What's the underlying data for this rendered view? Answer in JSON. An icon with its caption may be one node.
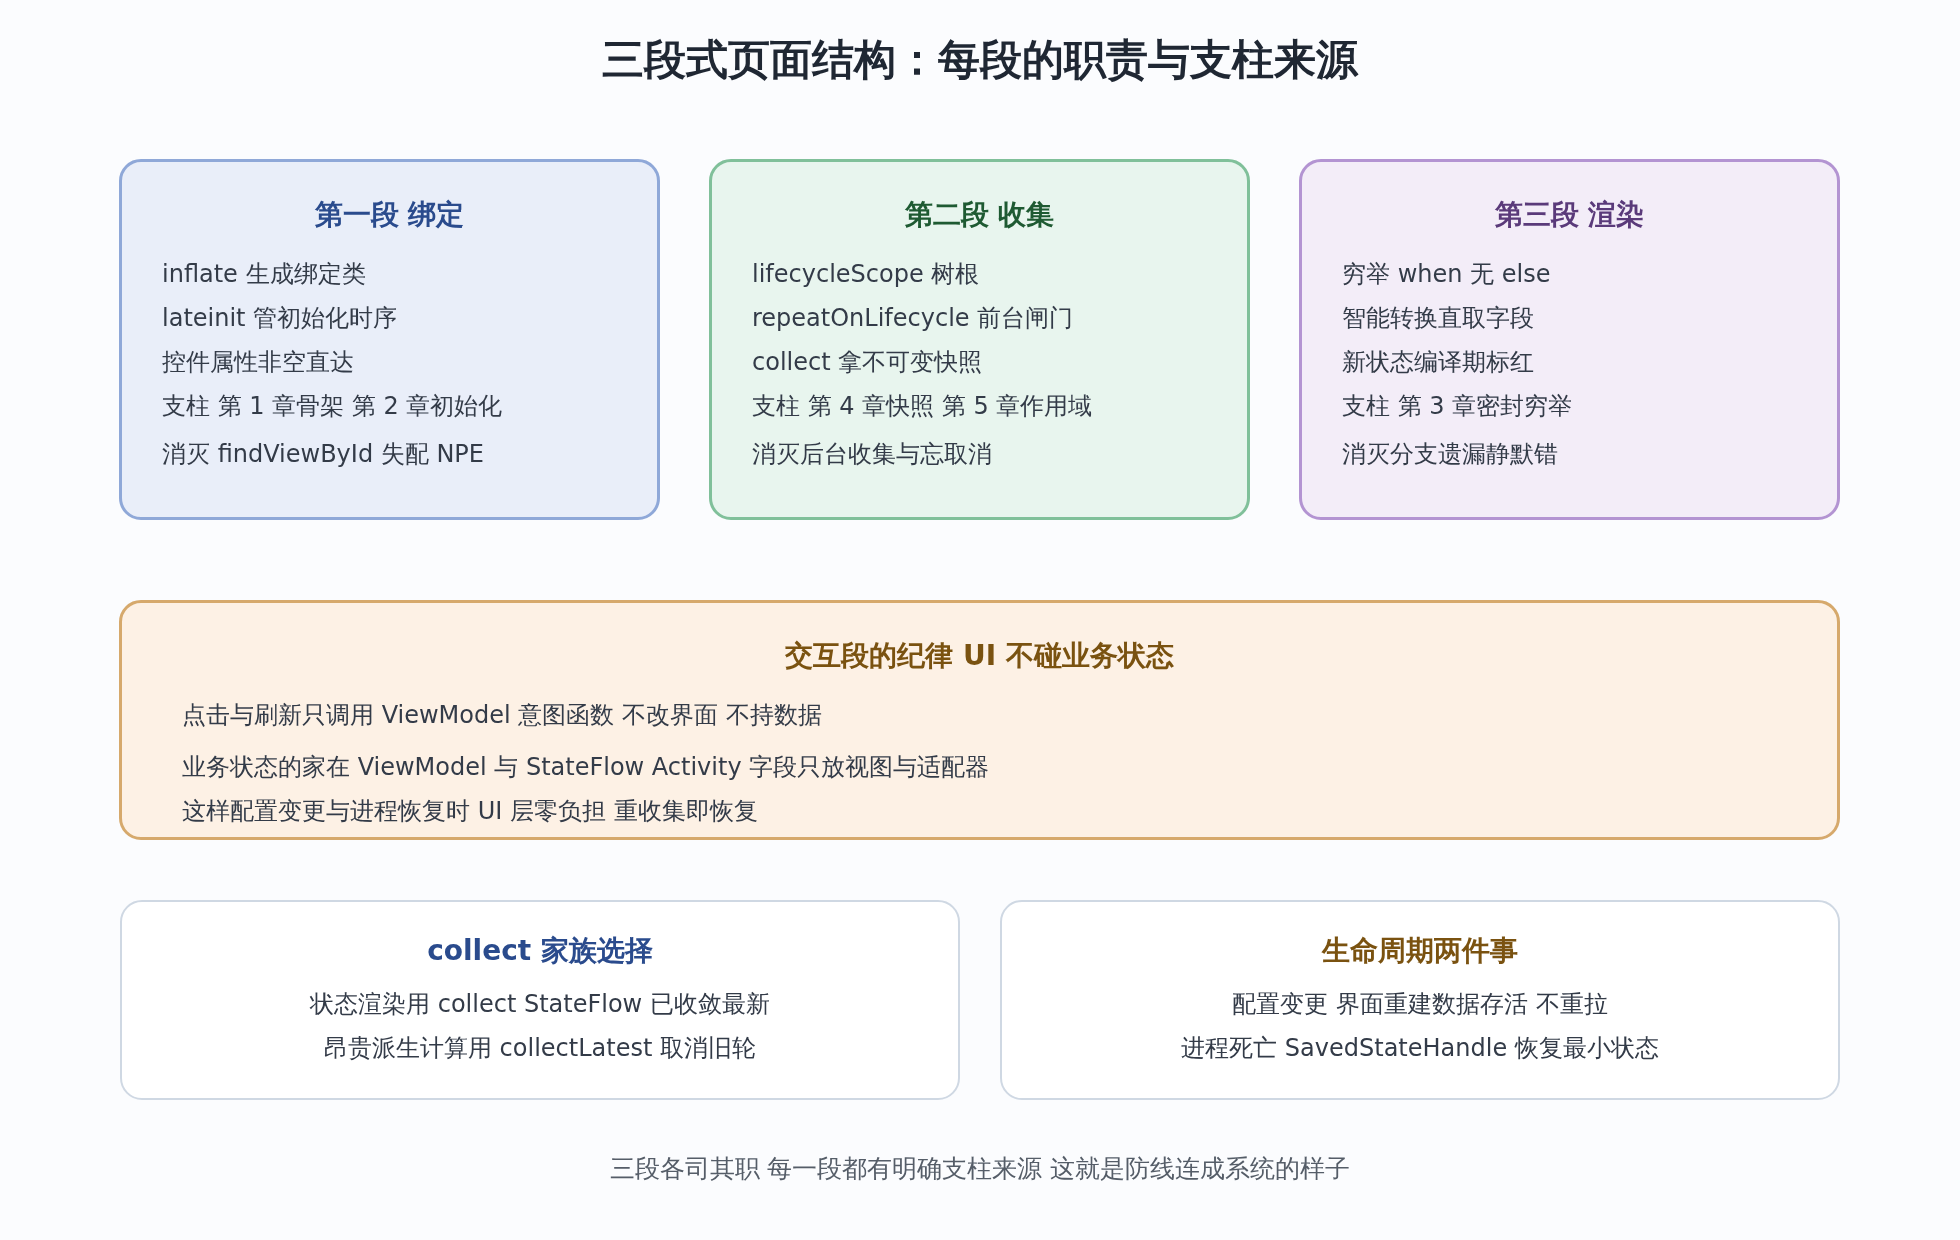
{
  "diagram": {
    "title": "三段式页面结构：每段的职责与支柱来源",
    "nodes": [
      {
        "text": [
          "第一段 绑定",
          "inflate 生成绑定类",
          "lateinit 管初始化时序",
          "控件属性非空直达",
          "支柱 第 1 章骨架 第 2 章初始化",
          "消灭 findViewById 失配 NPE"
        ]
      },
      {
        "text": [
          "第二段 收集",
          "lifecycleScope 树根",
          "repeatOnLifecycle 前台闸门",
          "collect 拿不可变快照",
          "支柱 第 4 章快照 第 5 章作用域",
          "消灭后台收集与忘取消"
        ]
      },
      {
        "text": [
          "第三段 渲染",
          "穷举 when 无 else",
          "智能转换直取字段",
          "新状态编译期标红",
          "支柱 第 3 章密封穷举",
          "消灭分支遗漏静默错"
        ]
      },
      {
        "text": [
          "交互段的纪律 UI 不碰业务状态",
          "点击与刷新只调用 ViewModel 意图函数 不改界面 不持数据",
          "业务状态的家在 ViewModel 与 StateFlow Activity 字段只放视图与适配器",
          "这样配置变更与进程恢复时 UI 层零负担 重收集即恢复"
        ]
      },
      {
        "text": [
          "collect 家族选择",
          "状态渲染用 collect StateFlow 已收敛最新",
          "昂贵派生计算用 collectLatest 取消旧轮"
        ]
      },
      {
        "text": [
          "生命周期两件事",
          "配置变更 界面重建数据存活 不重拉",
          "进程死亡 SavedStateHandle 恢复最小状态"
        ]
      }
    ],
    "caption": "三段各司其职 每一段都有明确支柱来源 这就是防线连成系统的样子"
  }
}
